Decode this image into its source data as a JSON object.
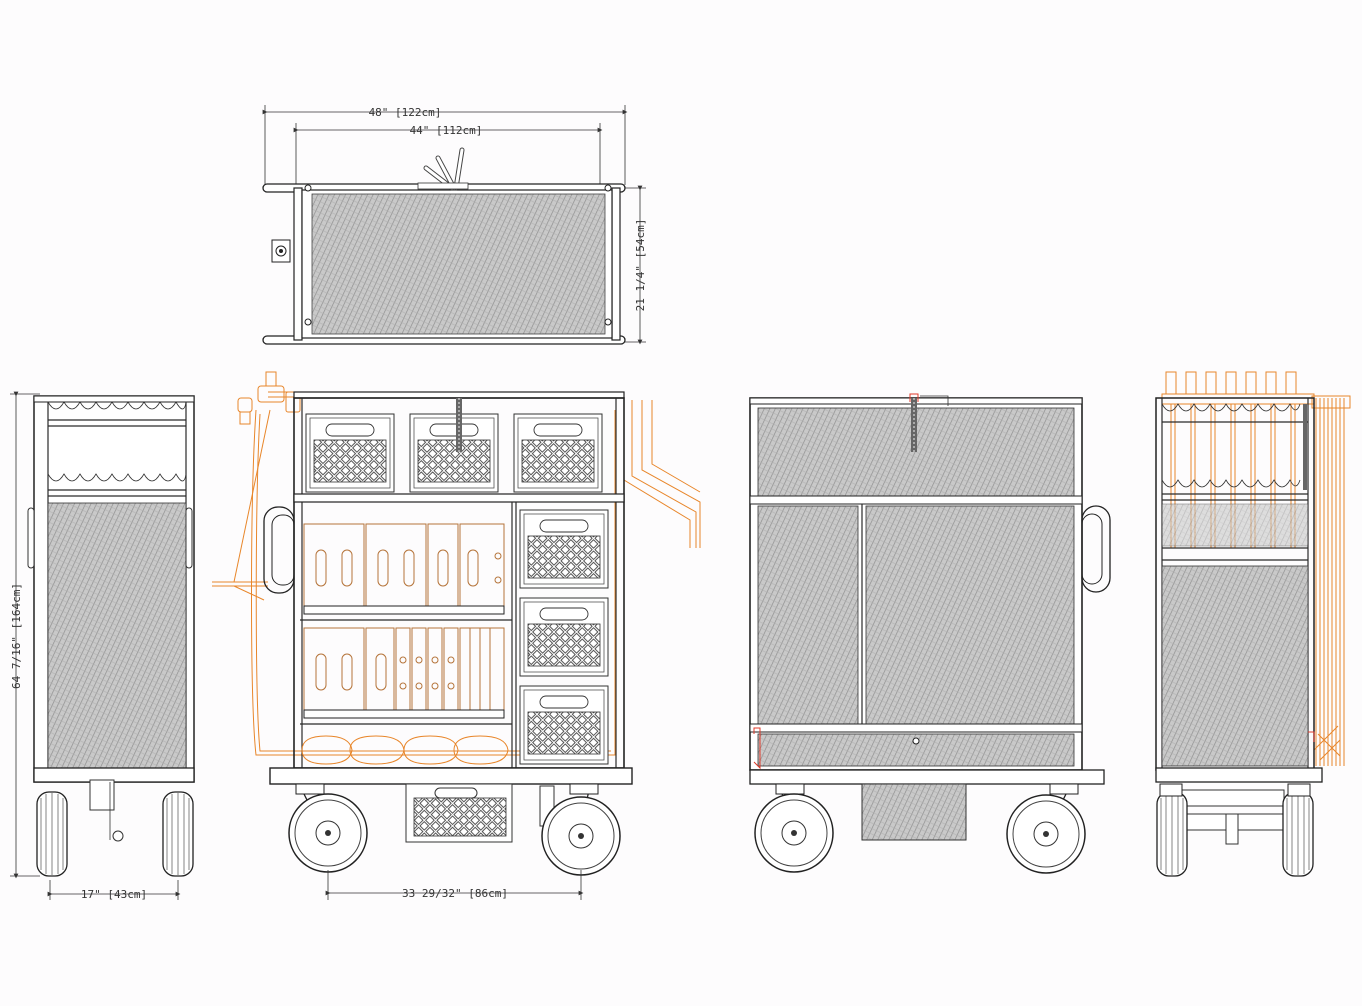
{
  "dimensions": {
    "top_overall_width": "48\" [122cm]",
    "top_inner_width": "44\" [112cm]",
    "top_depth": "21 1/4\" [54cm]",
    "side_height": "64 7/16\" [164cm]",
    "side_depth": "17\" [43cm]",
    "front_wheelbase": "33 29/32\" [86cm]"
  },
  "colors": {
    "line": "#2a2a2a",
    "accessory": "#e8862a",
    "wood": "#b5743a",
    "highlight": "#e03a2a",
    "background": "#fdfcfd"
  }
}
